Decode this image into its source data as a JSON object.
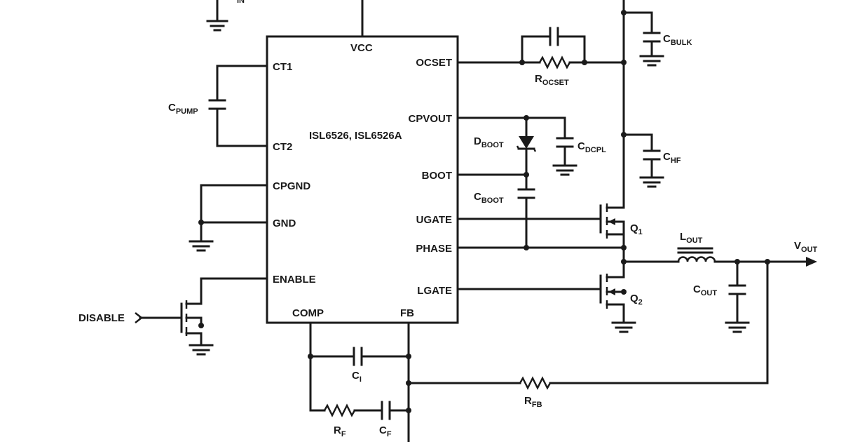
{
  "ic": {
    "name": "ISL6526, ISL6526A",
    "pins": {
      "vcc": "VCC",
      "ct1": "CT1",
      "ct2": "CT2",
      "cpgnd": "CPGND",
      "gnd": "GND",
      "enable": "ENABLE",
      "comp": "COMP",
      "fb": "FB",
      "ocset": "OCSET",
      "cpvout": "CPVOUT",
      "boot": "BOOT",
      "ugate": "UGATE",
      "phase": "PHASE",
      "lgate": "LGATE"
    }
  },
  "components": {
    "cpump": {
      "main": "C",
      "sub": "PUMP"
    },
    "cbulk": {
      "main": "C",
      "sub": "BULK"
    },
    "rocset": {
      "main": "R",
      "sub": "OCSET"
    },
    "dboot": {
      "main": "D",
      "sub": "BOOT"
    },
    "cdcpl": {
      "main": "C",
      "sub": "DCPL"
    },
    "chf": {
      "main": "C",
      "sub": "HF"
    },
    "cboot": {
      "main": "C",
      "sub": "BOOT"
    },
    "q1": {
      "main": "Q",
      "sub": "1"
    },
    "q2": {
      "main": "Q",
      "sub": "2"
    },
    "lout": {
      "main": "L",
      "sub": "OUT"
    },
    "cout": {
      "main": "C",
      "sub": "OUT"
    },
    "vout": {
      "main": "V",
      "sub": "OUT"
    },
    "ci": {
      "main": "C",
      "sub": "I"
    },
    "rfb": {
      "main": "R",
      "sub": "FB"
    },
    "rf": {
      "main": "R",
      "sub": "F"
    },
    "cf": {
      "main": "C",
      "sub": "F"
    },
    "vin": {
      "sub": "IN"
    }
  },
  "signals": {
    "disable": "DISABLE"
  }
}
